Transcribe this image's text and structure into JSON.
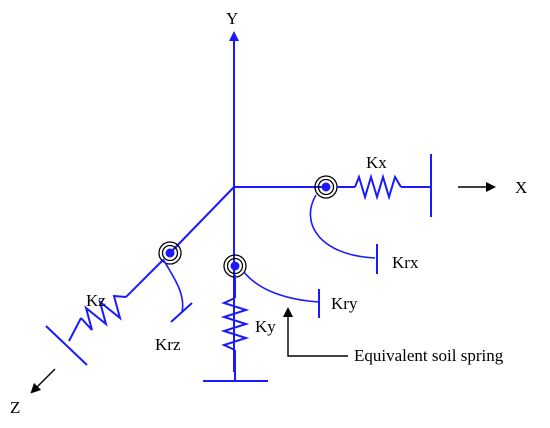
{
  "axes": {
    "y_label": "Y",
    "x_label": "X",
    "z_label": "Z"
  },
  "springs": {
    "kx": "Kx",
    "ky": "Ky",
    "kz": "Kz",
    "krx": "Krx",
    "kry": "Kry",
    "krz": "Krz"
  },
  "annotation": {
    "text": "Equivalent soil spring"
  },
  "colors": {
    "structure": "#1a1aff",
    "text": "#000000"
  }
}
